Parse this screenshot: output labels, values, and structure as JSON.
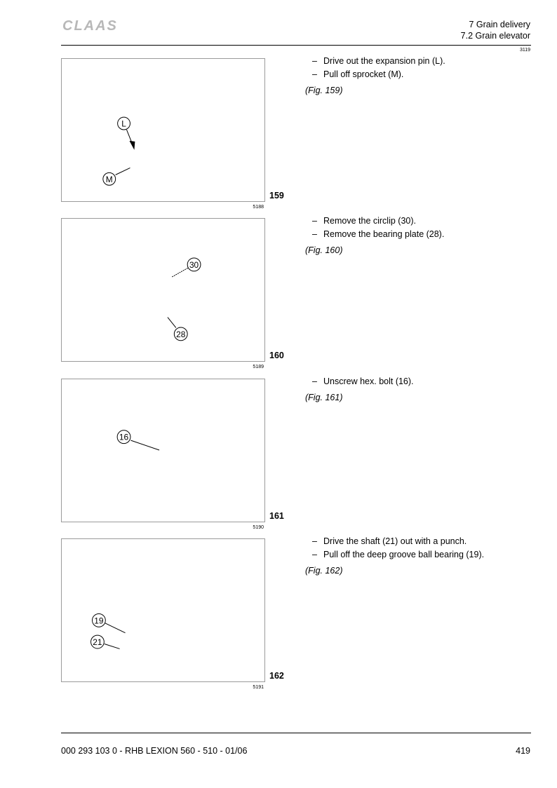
{
  "header": {
    "brand": "CLAAS",
    "chapter": "7 Grain delivery",
    "section": "7.2 Grain elevator",
    "page_code": "3119"
  },
  "figures": [
    {
      "number": "159",
      "image_code": "5188",
      "steps": [
        "Drive out the expansion pin (L).",
        "Pull off sprocket (M)."
      ],
      "dash": "–",
      "figref": "(Fig. 159)",
      "callouts": [
        "L",
        "M"
      ]
    },
    {
      "number": "160",
      "image_code": "5189",
      "steps": [
        "Remove the circlip (30).",
        "Remove the bearing plate (28)."
      ],
      "dash": "–",
      "figref": "(Fig. 160)",
      "callouts": [
        "30",
        "28"
      ]
    },
    {
      "number": "161",
      "image_code": "5190",
      "steps": [
        "Unscrew hex. bolt (16)."
      ],
      "dash": "–",
      "figref": "(Fig. 161)",
      "callouts": [
        "16"
      ]
    },
    {
      "number": "162",
      "image_code": "5191",
      "steps": [
        "Drive the shaft (21) out with a punch.",
        "Pull off the deep groove ball bearing (19)."
      ],
      "dash": "–",
      "figref": "(Fig. 162)",
      "callouts": [
        "19",
        "21"
      ]
    }
  ],
  "footer": {
    "document_id": "000 293 103 0 - RHB LEXION 560 - 510 - 01/06",
    "page_number": "419"
  },
  "colors": {
    "logo": "#b8b8b8",
    "figure_border": "#9a9a9a",
    "text": "#000000"
  }
}
